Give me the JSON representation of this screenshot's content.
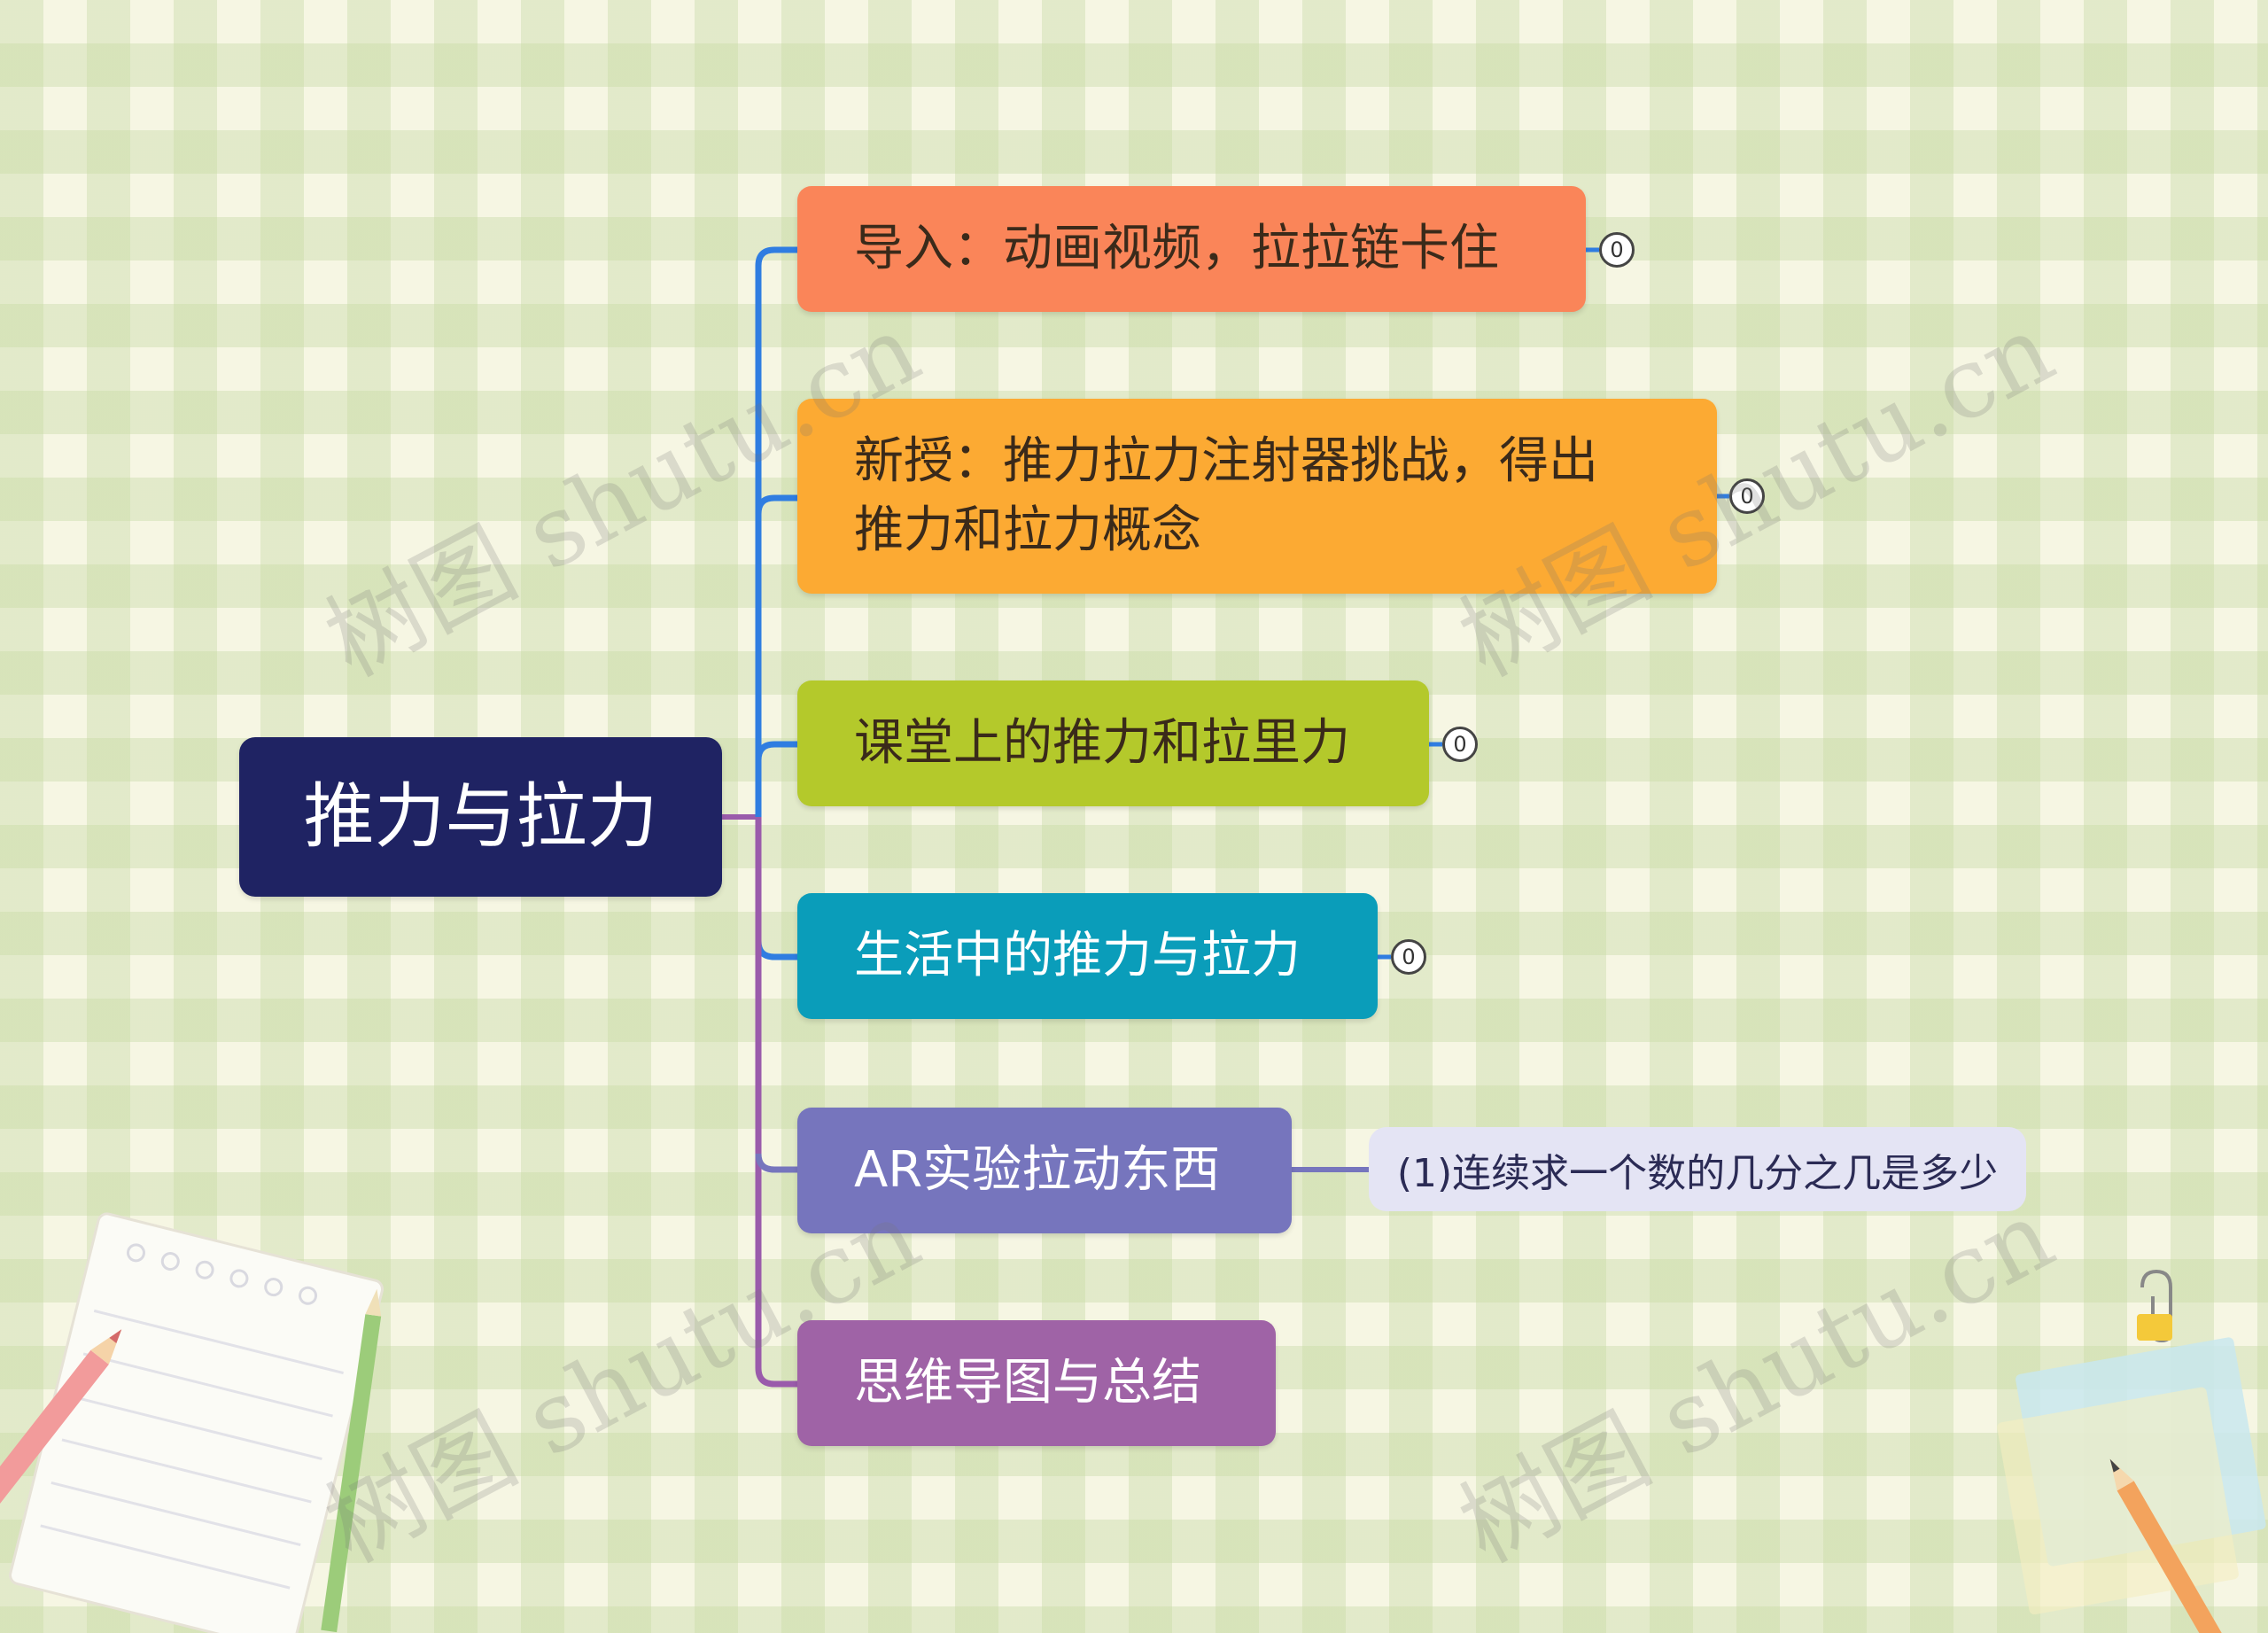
{
  "root": {
    "label": "推力与拉力"
  },
  "branches": [
    {
      "label": "导入：动画视频，拉拉链卡住",
      "collapsed_count": "0",
      "color": "#fa8559"
    },
    {
      "label": "新授：推力拉力注射器挑战，得出\n推力和拉力概念",
      "collapsed_count": "0",
      "color": "#fcaa33"
    },
    {
      "label": "课堂上的推力和拉里力",
      "collapsed_count": "0",
      "color": "#b4c92b"
    },
    {
      "label": "生活中的推力与拉力",
      "collapsed_count": "0",
      "color": "#0a9dba"
    },
    {
      "label": "AR实验拉动东西",
      "color": "#7675bd",
      "children": [
        {
          "label": "(1)连续求一个数的几分之几是多少"
        }
      ]
    },
    {
      "label": "思维导图与总结",
      "color": "#9f63a6"
    }
  ],
  "watermark": "树图 shutu.cn",
  "colors": {
    "root_bg": "#1f2363",
    "connector_blue": "#2f7de1",
    "connector_purple": "#9a5bab",
    "leaf_bg": "#e4e4f4"
  }
}
